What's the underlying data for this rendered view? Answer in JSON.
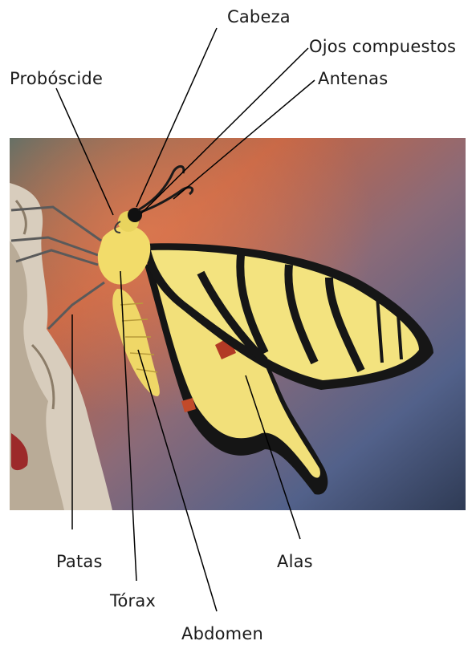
{
  "labels": {
    "cabeza": "Cabeza",
    "ojos": "Ojos compuestos",
    "antenas": "Antenas",
    "proboscide": "Probóscide",
    "patas": "Patas",
    "torax": "Tórax",
    "abdomen": "Abdomen",
    "alas": "Alas"
  },
  "photo": {
    "subject": "swallowtail butterfly",
    "colors": {
      "wing_yellow": "#f2e27a",
      "wing_black": "#141414",
      "bg_orange": "#c8684a",
      "bg_blue": "#55658a",
      "bark": "#d9cfc0"
    }
  }
}
